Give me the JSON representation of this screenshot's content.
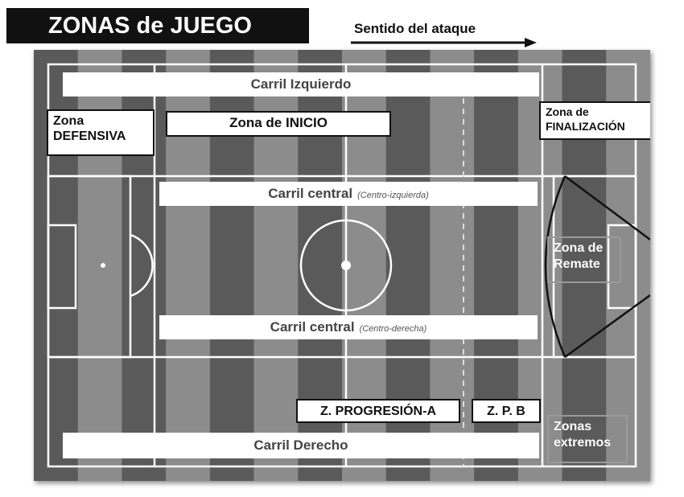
{
  "header": {
    "title": "ZONAS de JUEGO",
    "attack_direction": "Sentido del ataque"
  },
  "lanes": {
    "left": "Carril Izquierdo",
    "center_left": "Carril central",
    "center_left_note": "(Centro-izquierda)",
    "center_right": "Carril central",
    "center_right_note": "(Centro-derecha)",
    "right": "Carril Derecho"
  },
  "zones": {
    "defensive": "Zona DEFENSIVA",
    "start": "Zona de INICIO",
    "finish": "Zona de FINALIZACIÓN",
    "shooting": "Zona de Remate",
    "progression_a": "Z. PROGRESIÓN-A",
    "progression_b": "Z. P. B",
    "wings": "Zonas extremos"
  },
  "colors": {
    "stripe_dark": "#5a5a5a",
    "stripe_light": "#8c8c8c",
    "line": "#ffffff",
    "label_bg": "#ffffff",
    "title_bg": "#111111"
  }
}
